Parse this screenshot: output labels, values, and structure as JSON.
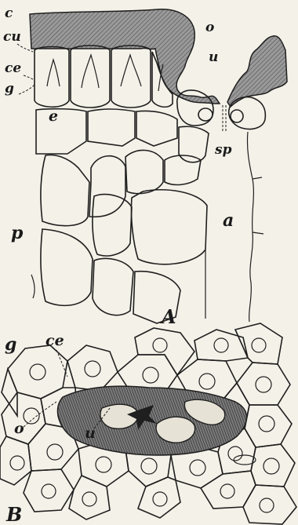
{
  "figure": {
    "panel_a": {
      "panel_label": "A",
      "labels": {
        "c": "c",
        "cu": "cu",
        "ce": "ce",
        "g": "g",
        "e": "e",
        "o": "o",
        "u": "u",
        "sp": "sp",
        "p": "p",
        "a": "a"
      }
    },
    "panel_b": {
      "panel_label": "B",
      "labels": {
        "g": "g",
        "ce": "ce",
        "o": "o",
        "u": "u"
      }
    }
  },
  "colors": {
    "ink": "#1f1f1f",
    "paper": "#f4f1e8",
    "cuticle_fill": "#8f8f8f"
  }
}
